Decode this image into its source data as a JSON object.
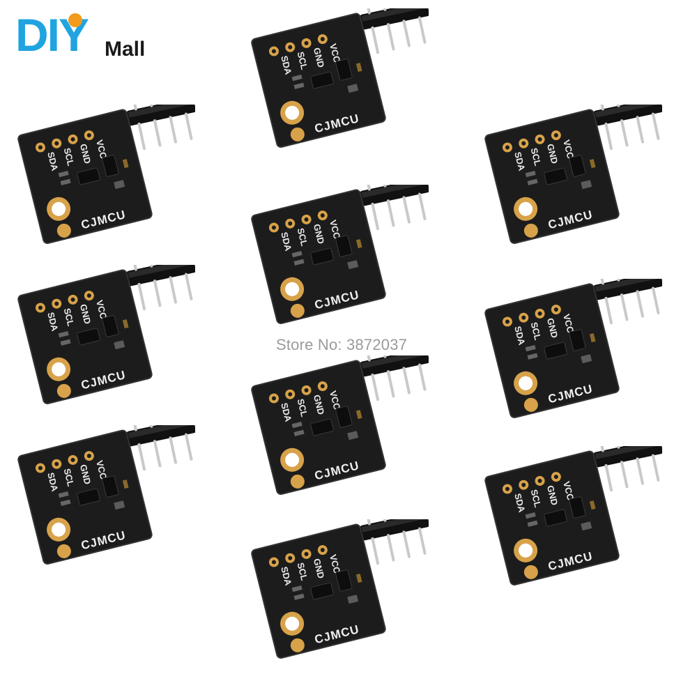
{
  "logo": {
    "brand_main": "DIY",
    "brand_sub": "Mall"
  },
  "store_label": "Store No: 3872037",
  "module": {
    "pins": [
      "VCC",
      "GND",
      "SCL",
      "SDA"
    ],
    "brand": "CJMCU",
    "pcb_color": "#1c1c1c",
    "gold_color": "#d7a24a"
  },
  "modules": [
    {
      "id": "m1"
    },
    {
      "id": "m2"
    },
    {
      "id": "m3"
    },
    {
      "id": "m4"
    },
    {
      "id": "m5"
    },
    {
      "id": "m6"
    },
    {
      "id": "m7"
    },
    {
      "id": "m8"
    },
    {
      "id": "m9"
    },
    {
      "id": "m10"
    }
  ]
}
